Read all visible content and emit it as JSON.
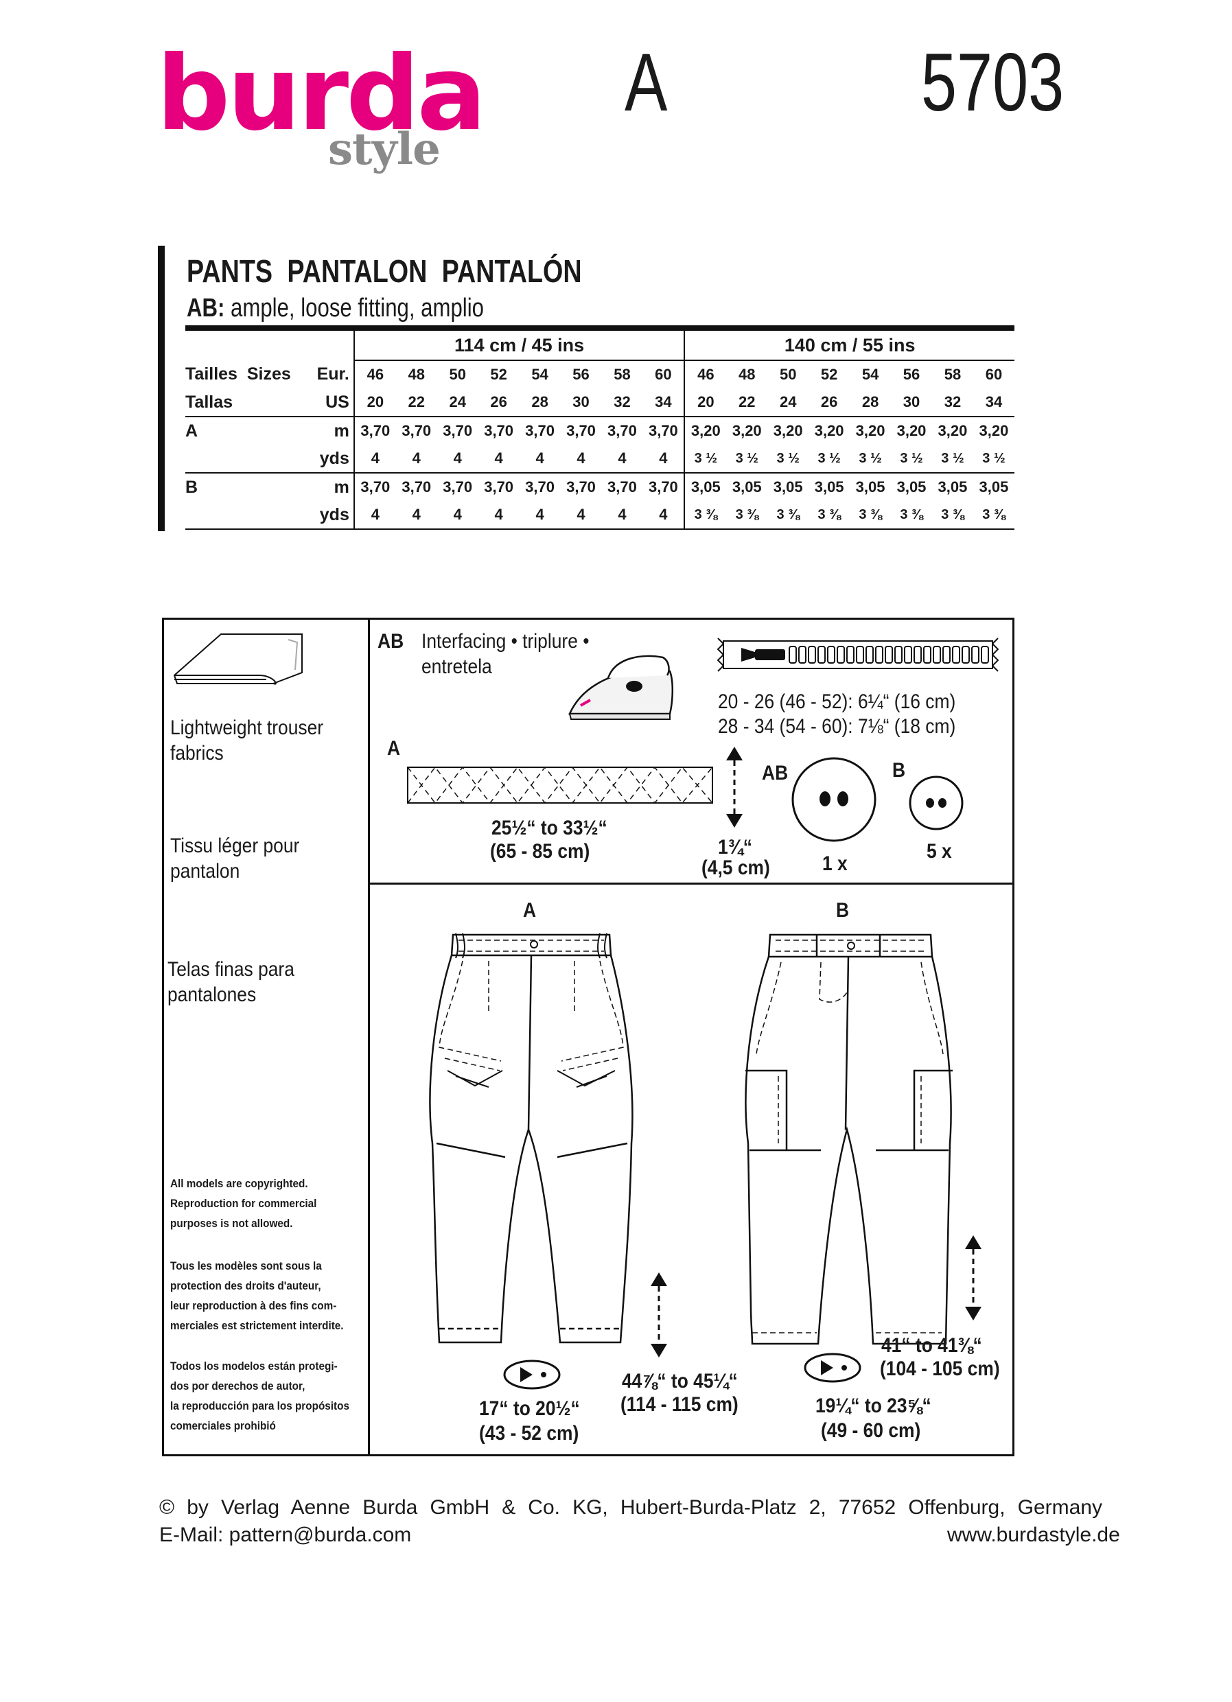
{
  "header": {
    "brand": "burda",
    "brand_sub": "style",
    "view": "A",
    "pattern_number": "5703",
    "brand_color": "#e6007e"
  },
  "title": {
    "words": [
      "PANTS",
      "PANTALON",
      "PANTALÓN"
    ],
    "views_label": "AB:",
    "description": "ample, loose fitting, amplio"
  },
  "yardage": {
    "width_114": "114 cm / 45 ins",
    "width_140": "140 cm / 55 ins",
    "row_labels": {
      "sizes_1": "Tailles",
      "sizes_2": "Sizes",
      "sizes_3": "Tallas",
      "eur": "Eur.",
      "us": "US",
      "m": "m",
      "yds": "yds",
      "view_a": "A",
      "view_b": "B"
    },
    "eur_sizes": [
      "46",
      "48",
      "50",
      "52",
      "54",
      "56",
      "58",
      "60"
    ],
    "us_sizes": [
      "20",
      "22",
      "24",
      "26",
      "28",
      "30",
      "32",
      "34"
    ],
    "A": {
      "m_114": [
        "3,70",
        "3,70",
        "3,70",
        "3,70",
        "3,70",
        "3,70",
        "3,70",
        "3,70"
      ],
      "m_140": [
        "3,20",
        "3,20",
        "3,20",
        "3,20",
        "3,20",
        "3,20",
        "3,20",
        "3,20"
      ],
      "yds_114": [
        "4",
        "4",
        "4",
        "4",
        "4",
        "4",
        "4",
        "4"
      ],
      "yds_140": [
        "3 ½",
        "3 ½",
        "3 ½",
        "3 ½",
        "3 ½",
        "3 ½",
        "3 ½",
        "3 ½"
      ]
    },
    "B": {
      "m_114": [
        "3,70",
        "3,70",
        "3,70",
        "3,70",
        "3,70",
        "3,70",
        "3,70",
        "3,70"
      ],
      "m_140": [
        "3,05",
        "3,05",
        "3,05",
        "3,05",
        "3,05",
        "3,05",
        "3,05",
        "3,05"
      ],
      "yds_114": [
        "4",
        "4",
        "4",
        "4",
        "4",
        "4",
        "4",
        "4"
      ],
      "yds_140": [
        "3 ⅜",
        "3 ⅜",
        "3 ⅜",
        "3 ⅜",
        "3 ⅜",
        "3 ⅜",
        "3 ⅜",
        "3 ⅜"
      ]
    }
  },
  "fabric": {
    "english": [
      "Lightweight trouser",
      "fabrics"
    ],
    "french": [
      "Tissu léger pour",
      "pantalon"
    ],
    "spanish": [
      "Telas finas para",
      "pantalones"
    ]
  },
  "copyright": {
    "english": [
      "All models are copyrighted.",
      "Reproduction for commercial",
      "purposes is not allowed."
    ],
    "french": [
      "Tous les modèles sont sous la",
      "protection des droits d'auteur,",
      "leur reproduction à des fins com-",
      "merciales est strictement interdite."
    ],
    "spanish": [
      "Todos los modelos están protegi-",
      "dos por derechos de autor,",
      "la reproducción para los propósitos",
      "comerciales prohibió"
    ]
  },
  "notions": {
    "interfacing_views": "AB",
    "interfacing_line1": "Interfacing • triplure •",
    "interfacing_line2": "entretela",
    "zipper_line1": "20 - 26 (46 - 52): 6¼“ (16 cm)",
    "zipper_line2": "28 - 34 (54 - 60): 7⅛“ (18 cm)",
    "strip_view": "A",
    "strip_len_in": "25½“ to 33½“",
    "strip_len_cm": "(65 - 85 cm)",
    "strip_width_in": "1¾“",
    "strip_width_cm": "(4,5 cm)",
    "button_large_views": "AB",
    "button_large_qty": "1 x",
    "button_small_views": "B",
    "button_small_qty": "5 x"
  },
  "drawings": {
    "a_label": "A",
    "b_label": "B",
    "a_inseam_in": "44⅞“ to 45¼“",
    "a_inseam_cm": "(114 - 115 cm)",
    "a_hem_in": "17“ to 20½“",
    "a_hem_cm": "(43 - 52 cm)",
    "b_inseam_in": "41“ to 41⅜“",
    "b_inseam_cm": "(104 - 105 cm)",
    "b_hem_in": "19¼“ to 23⅝“",
    "b_hem_cm": "(49 - 60 cm)"
  },
  "footer": {
    "line1": "©  by  Verlag  Aenne  Burda  GmbH  &  Co.  KG,  Hubert-Burda-Platz  2,  77652  Offenburg,  Germany",
    "email": "E-Mail: pattern@burda.com",
    "website": "www.burdastyle.de"
  }
}
